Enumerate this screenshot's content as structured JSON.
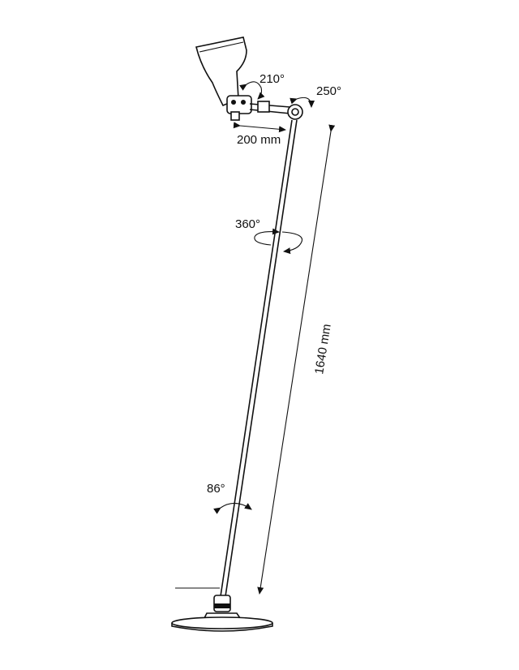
{
  "diagram": {
    "rotation_head": "210°",
    "rotation_elbow": "250°",
    "arm_length": "200 mm",
    "rotation_pole": "360°",
    "pole_length": "1640 mm",
    "rotation_base": "86°"
  },
  "colors": {
    "stroke": "#111111",
    "background": "#ffffff"
  }
}
